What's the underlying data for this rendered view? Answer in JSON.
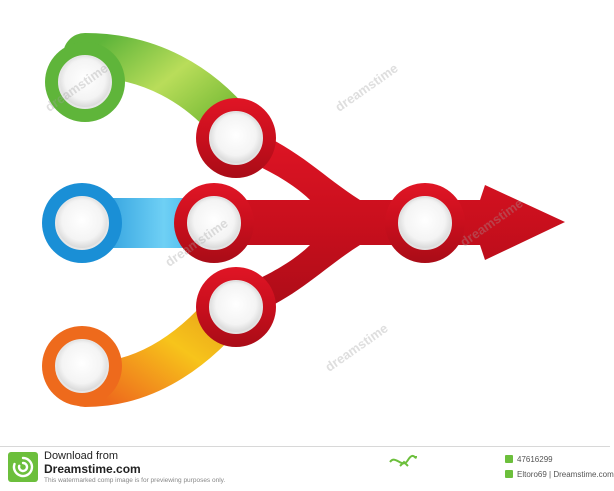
{
  "diagram": {
    "inputs": [
      {
        "color": "#6cbf3c",
        "accent": "#b8dc57",
        "name": "green-input"
      },
      {
        "color": "#1f9be0",
        "accent": "#6fd0f5",
        "name": "blue-input"
      },
      {
        "color": "#f07a1a",
        "accent": "#f5c21c",
        "name": "orange-input"
      }
    ],
    "arrow_color": "#d0101e",
    "arrow_dark": "#a10d16"
  },
  "watermark": {
    "text": "dreamstime"
  },
  "footer": {
    "download_line": "Download from",
    "site_line": "Dreamstime.com",
    "note": "This watermarked comp image is for previewing purposes only.",
    "image_id": "47616299",
    "credit": "Eltoro69 | Dreamstime.com",
    "brand_color": "#6cbf3c"
  }
}
